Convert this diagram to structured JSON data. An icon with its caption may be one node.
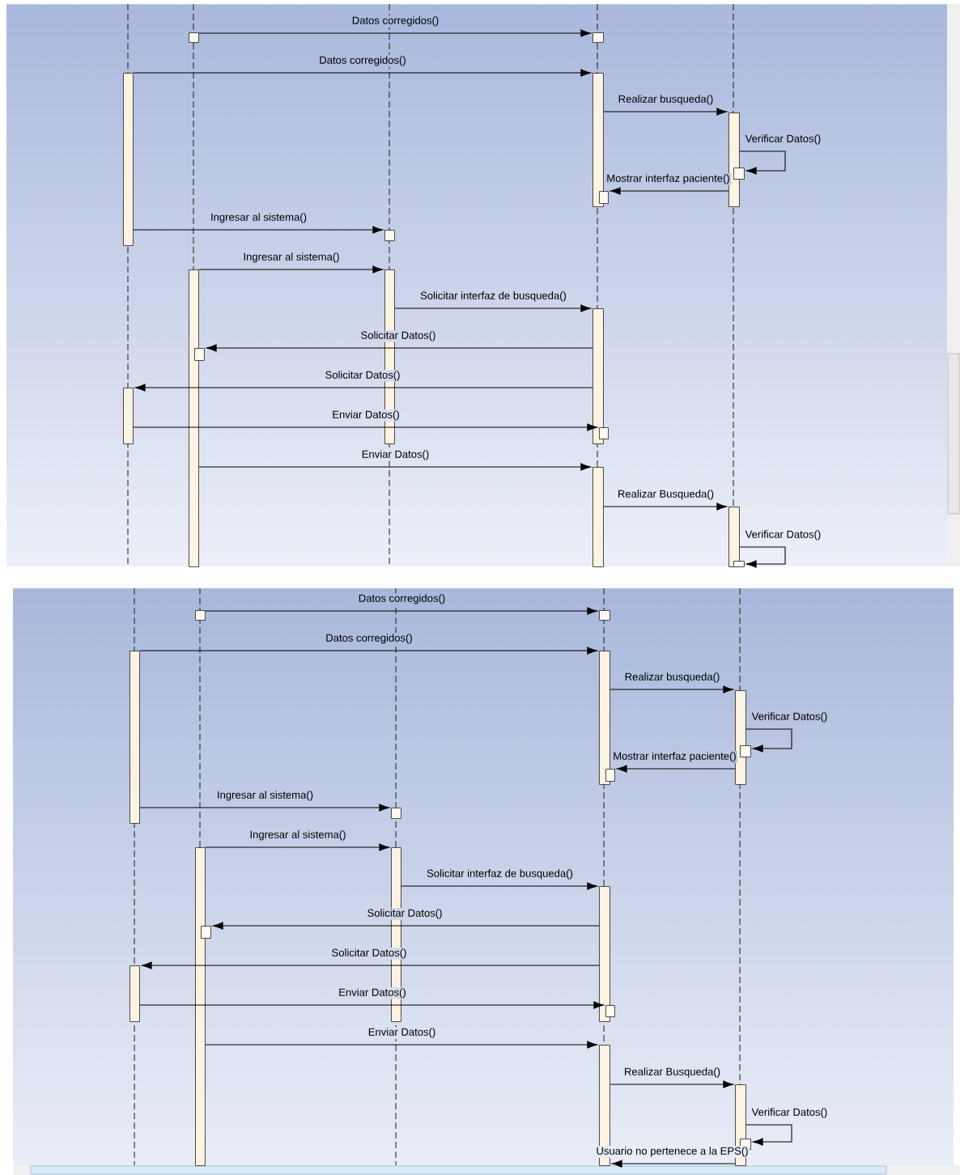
{
  "diagram": {
    "nodes": [
      {
        "text": [],
        "shape": "box"
      },
      {
        "text": [],
        "shape": "box"
      },
      {
        "text": [],
        "shape": "bar"
      },
      {
        "text": [],
        "shape": "bar"
      },
      {
        "text": [],
        "shape": "bar"
      },
      {
        "text": [],
        "shape": "box"
      },
      {
        "text": [],
        "shape": "box"
      },
      {
        "text": [],
        "shape": "box"
      },
      {
        "text": [],
        "shape": "bar"
      },
      {
        "text": [],
        "shape": "bar"
      },
      {
        "text": [],
        "shape": "bar"
      },
      {
        "text": [],
        "shape": "box"
      },
      {
        "text": [],
        "shape": "bar"
      },
      {
        "text": [],
        "shape": "box"
      },
      {
        "text": [],
        "shape": "bar"
      },
      {
        "text": [],
        "shape": "bar"
      },
      {
        "text": [],
        "shape": "box"
      },
      {
        "text": [],
        "shape": "box"
      },
      {
        "text": [],
        "shape": "box"
      },
      {
        "text": [],
        "shape": "bar"
      },
      {
        "text": [],
        "shape": "bar"
      },
      {
        "text": [],
        "shape": "bar"
      },
      {
        "text": [],
        "shape": "box"
      },
      {
        "text": [],
        "shape": "box"
      },
      {
        "text": [],
        "shape": "box"
      },
      {
        "text": [],
        "shape": "bar"
      },
      {
        "text": [],
        "shape": "bar"
      },
      {
        "text": [],
        "shape": "bar"
      },
      {
        "text": [],
        "shape": "box"
      },
      {
        "text": [],
        "shape": "bar"
      },
      {
        "text": [],
        "shape": "box"
      },
      {
        "text": [],
        "shape": "bar"
      },
      {
        "text": [],
        "shape": "bar"
      },
      {
        "text": [],
        "shape": "box"
      }
    ],
    "edges": [
      {
        "from": 0,
        "to": 1,
        "arrow": "to",
        "label": "Datos corregidos()"
      },
      {
        "from": 2,
        "to": 3,
        "arrow": "to",
        "label": "Datos corregidos()"
      },
      {
        "from": 3,
        "to": 4,
        "arrow": "to",
        "label": "Realizar busqueda()"
      },
      {
        "from": 4,
        "to": 5,
        "arrow": "to",
        "label": "Verificar Datos()"
      },
      {
        "from": 4,
        "to": 6,
        "arrow": "to",
        "label": "Mostrar interfaz paciente()"
      },
      {
        "from": 2,
        "to": 7,
        "arrow": "to",
        "label": "Ingresar al sistema()"
      },
      {
        "from": 8,
        "to": 9,
        "arrow": "to",
        "label": "Ingresar al sistema()"
      },
      {
        "from": 9,
        "to": 10,
        "arrow": "to",
        "label": "Solicitar interfaz de busqueda()"
      },
      {
        "from": 10,
        "to": 11,
        "arrow": "to",
        "label": "Solicitar Datos()"
      },
      {
        "from": 10,
        "to": 12,
        "arrow": "to",
        "label": "Solicitar Datos()"
      },
      {
        "from": 12,
        "to": 13,
        "arrow": "to",
        "label": "Enviar Datos()"
      },
      {
        "from": 8,
        "to": 14,
        "arrow": "to",
        "label": "Enviar Datos()"
      },
      {
        "from": 14,
        "to": 15,
        "arrow": "to",
        "label": "Realizar Busqueda()"
      },
      {
        "from": 15,
        "to": 16,
        "arrow": "to",
        "label": "Verificar  Datos()"
      },
      {
        "from": 17,
        "to": 18,
        "arrow": "to",
        "label": "Datos corregidos()"
      },
      {
        "from": 19,
        "to": 20,
        "arrow": "to",
        "label": "Datos corregidos()"
      },
      {
        "from": 20,
        "to": 21,
        "arrow": "to",
        "label": "Realizar busqueda()"
      },
      {
        "from": 21,
        "to": 22,
        "arrow": "to",
        "label": "Verificar Datos()"
      },
      {
        "from": 21,
        "to": 23,
        "arrow": "to",
        "label": "Mostrar interfaz paciente()"
      },
      {
        "from": 19,
        "to": 24,
        "arrow": "to",
        "label": "Ingresar al sistema()"
      },
      {
        "from": 25,
        "to": 26,
        "arrow": "to",
        "label": "Ingresar al sistema()"
      },
      {
        "from": 26,
        "to": 27,
        "arrow": "to",
        "label": "Solicitar interfaz de busqueda()"
      },
      {
        "from": 27,
        "to": 28,
        "arrow": "to",
        "label": "Solicitar Datos()"
      },
      {
        "from": 27,
        "to": 29,
        "arrow": "to",
        "label": "Solicitar Datos()"
      },
      {
        "from": 29,
        "to": 30,
        "arrow": "to",
        "label": "Enviar Datos()"
      },
      {
        "from": 25,
        "to": 31,
        "arrow": "to",
        "label": "Enviar Datos()"
      },
      {
        "from": 31,
        "to": 32,
        "arrow": "to",
        "label": "Realizar Busqueda()"
      },
      {
        "from": 32,
        "to": 33,
        "arrow": "to",
        "label": "Verificar  Datos()"
      },
      {
        "from": 32,
        "to": 31,
        "arrow": "to",
        "label": "Usuario no pertenece a la EPS()"
      }
    ]
  }
}
